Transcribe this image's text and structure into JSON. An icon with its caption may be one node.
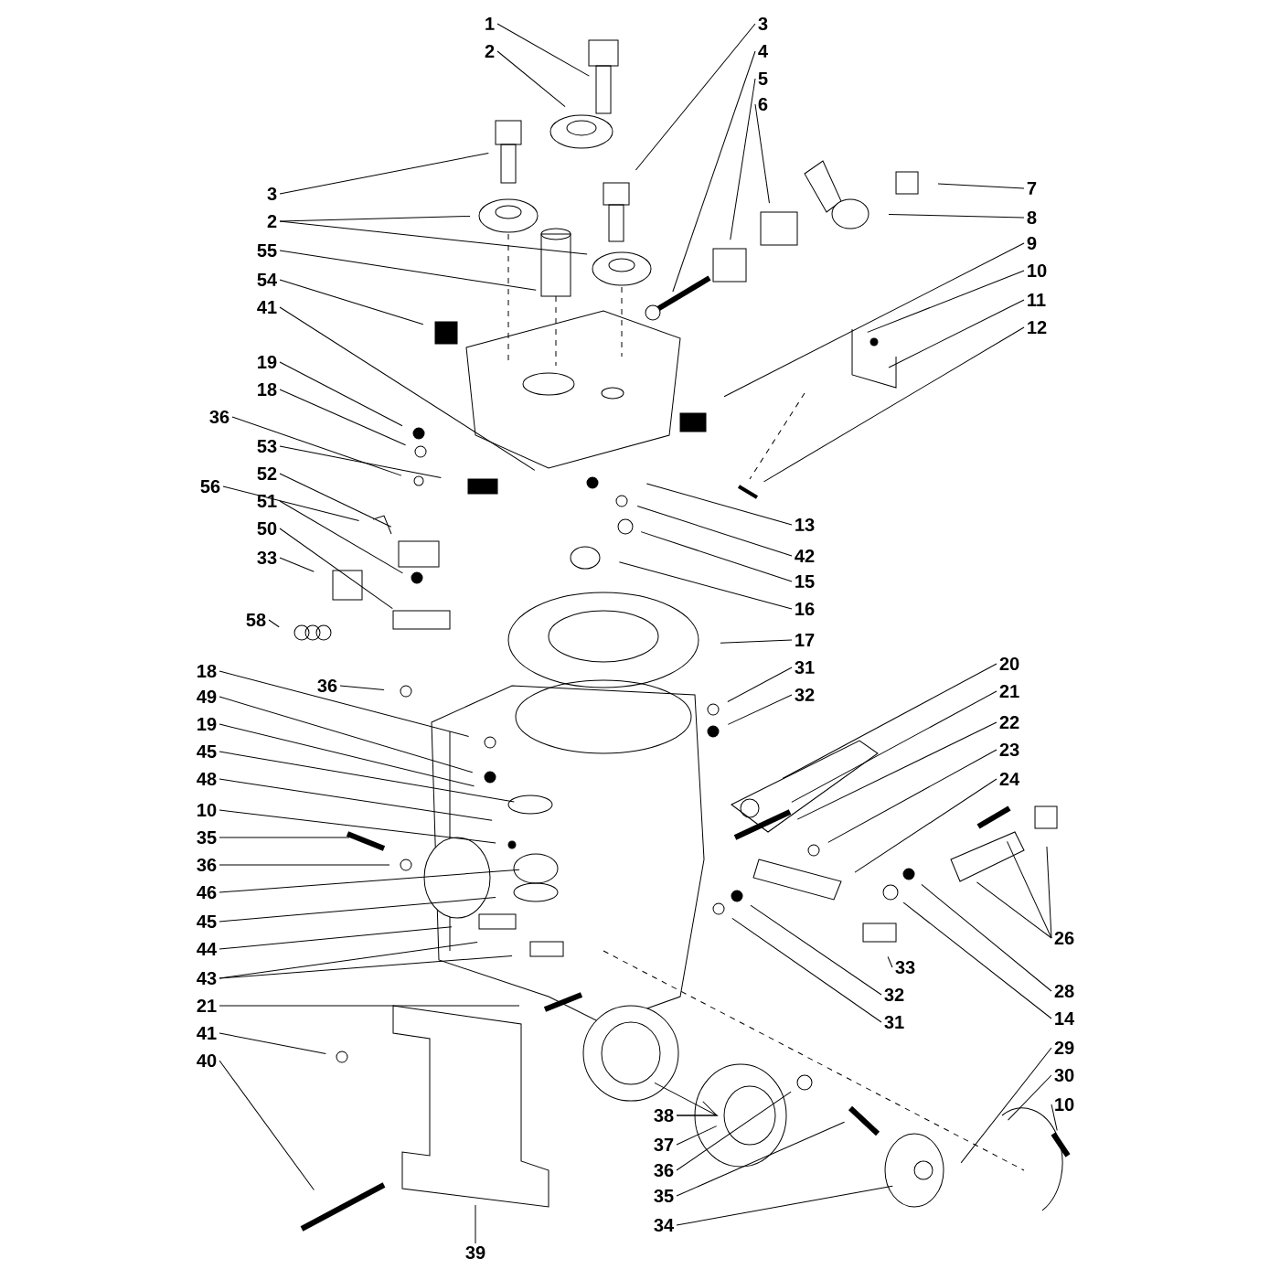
{
  "diagram": {
    "nodes": [
      {
        "text": [
          "1"
        ]
      },
      {
        "text": [
          "2"
        ]
      },
      {
        "text": [
          "3"
        ]
      },
      {
        "text": [
          "4"
        ]
      },
      {
        "text": [
          "5"
        ]
      },
      {
        "text": [
          "6"
        ]
      },
      {
        "text": [
          "7"
        ]
      },
      {
        "text": [
          "8"
        ]
      },
      {
        "text": [
          "9"
        ]
      },
      {
        "text": [
          "10"
        ]
      },
      {
        "text": [
          "11"
        ]
      },
      {
        "text": [
          "12"
        ]
      },
      {
        "text": [
          "3"
        ]
      },
      {
        "text": [
          "2"
        ]
      },
      {
        "text": [
          "55"
        ]
      },
      {
        "text": [
          "54"
        ]
      },
      {
        "text": [
          "41"
        ]
      },
      {
        "text": [
          "19"
        ]
      },
      {
        "text": [
          "18"
        ]
      },
      {
        "text": [
          "36"
        ]
      },
      {
        "text": [
          "53"
        ]
      },
      {
        "text": [
          "52"
        ]
      },
      {
        "text": [
          "56"
        ]
      },
      {
        "text": [
          "51"
        ]
      },
      {
        "text": [
          "50"
        ]
      },
      {
        "text": [
          "33"
        ]
      },
      {
        "text": [
          "58"
        ]
      },
      {
        "text": [
          "36"
        ]
      },
      {
        "text": [
          "13"
        ]
      },
      {
        "text": [
          "42"
        ]
      },
      {
        "text": [
          "15"
        ]
      },
      {
        "text": [
          "16"
        ]
      },
      {
        "text": [
          "17"
        ]
      },
      {
        "text": [
          "31"
        ]
      },
      {
        "text": [
          "32"
        ]
      },
      {
        "text": [
          "20"
        ]
      },
      {
        "text": [
          "21"
        ]
      },
      {
        "text": [
          "22"
        ]
      },
      {
        "text": [
          "23"
        ]
      },
      {
        "text": [
          "24"
        ]
      },
      {
        "text": [
          "18"
        ]
      },
      {
        "text": [
          "49"
        ]
      },
      {
        "text": [
          "19"
        ]
      },
      {
        "text": [
          "45"
        ]
      },
      {
        "text": [
          "48"
        ]
      },
      {
        "text": [
          "10"
        ]
      },
      {
        "text": [
          "35"
        ]
      },
      {
        "text": [
          "36"
        ]
      },
      {
        "text": [
          "46"
        ]
      },
      {
        "text": [
          "45"
        ]
      },
      {
        "text": [
          "44"
        ]
      },
      {
        "text": [
          "43"
        ]
      },
      {
        "text": [
          "21"
        ]
      },
      {
        "text": [
          "41"
        ]
      },
      {
        "text": [
          "40"
        ]
      },
      {
        "text": [
          "26"
        ]
      },
      {
        "text": [
          "33"
        ]
      },
      {
        "text": [
          "32"
        ]
      },
      {
        "text": [
          "31"
        ]
      },
      {
        "text": [
          "28"
        ]
      },
      {
        "text": [
          "14"
        ]
      },
      {
        "text": [
          "29"
        ]
      },
      {
        "text": [
          "30"
        ]
      },
      {
        "text": [
          "10"
        ]
      },
      {
        "text": [
          "38"
        ]
      },
      {
        "text": [
          "37"
        ]
      },
      {
        "text": [
          "36"
        ]
      },
      {
        "text": [
          "35"
        ]
      },
      {
        "text": [
          "34"
        ]
      },
      {
        "text": [
          "39"
        ]
      }
    ],
    "edges": [
      {
        "from": 0,
        "to": null,
        "arrow": "none"
      },
      {
        "from": 1,
        "to": null,
        "arrow": "none"
      },
      {
        "from": 2,
        "to": null,
        "arrow": "none"
      },
      {
        "from": 3,
        "to": null,
        "arrow": "none"
      },
      {
        "from": 4,
        "to": null,
        "arrow": "none"
      },
      {
        "from": 5,
        "to": null,
        "arrow": "none"
      },
      {
        "from": 6,
        "to": null,
        "arrow": "none"
      },
      {
        "from": 7,
        "to": null,
        "arrow": "none"
      },
      {
        "from": 8,
        "to": null,
        "arrow": "none"
      },
      {
        "from": 9,
        "to": null,
        "arrow": "none"
      },
      {
        "from": 10,
        "to": null,
        "arrow": "none"
      },
      {
        "from": 11,
        "to": null,
        "arrow": "none"
      },
      {
        "from": 12,
        "to": null,
        "arrow": "none"
      },
      {
        "from": 13,
        "to": null,
        "arrow": "none"
      },
      {
        "from": 13,
        "to": null,
        "arrow": "none"
      },
      {
        "from": 14,
        "to": null,
        "arrow": "none"
      },
      {
        "from": 15,
        "to": null,
        "arrow": "none"
      },
      {
        "from": 16,
        "to": null,
        "arrow": "none"
      },
      {
        "from": 17,
        "to": null,
        "arrow": "none"
      },
      {
        "from": 18,
        "to": null,
        "arrow": "none"
      },
      {
        "from": 19,
        "to": null,
        "arrow": "none"
      },
      {
        "from": 20,
        "to": null,
        "arrow": "none"
      },
      {
        "from": 21,
        "to": null,
        "arrow": "none"
      },
      {
        "from": 22,
        "to": null,
        "arrow": "none"
      },
      {
        "from": 23,
        "to": null,
        "arrow": "none"
      },
      {
        "from": 24,
        "to": null,
        "arrow": "none"
      },
      {
        "from": 25,
        "to": null,
        "arrow": "none"
      },
      {
        "from": 26,
        "to": null,
        "arrow": "none"
      },
      {
        "from": 27,
        "to": null,
        "arrow": "none"
      },
      {
        "from": 28,
        "to": null,
        "arrow": "none"
      },
      {
        "from": 29,
        "to": null,
        "arrow": "none"
      },
      {
        "from": 30,
        "to": null,
        "arrow": "none"
      },
      {
        "from": 31,
        "to": null,
        "arrow": "none"
      },
      {
        "from": 32,
        "to": null,
        "arrow": "none"
      },
      {
        "from": 33,
        "to": null,
        "arrow": "none"
      },
      {
        "from": 34,
        "to": null,
        "arrow": "none"
      },
      {
        "from": 35,
        "to": null,
        "arrow": "none"
      },
      {
        "from": 36,
        "to": null,
        "arrow": "none"
      },
      {
        "from": 37,
        "to": null,
        "arrow": "none"
      },
      {
        "from": 38,
        "to": null,
        "arrow": "none"
      },
      {
        "from": 39,
        "to": null,
        "arrow": "none"
      },
      {
        "from": 40,
        "to": null,
        "arrow": "none"
      },
      {
        "from": 41,
        "to": null,
        "arrow": "none"
      },
      {
        "from": 42,
        "to": null,
        "arrow": "none"
      },
      {
        "from": 43,
        "to": null,
        "arrow": "none"
      },
      {
        "from": 44,
        "to": null,
        "arrow": "none"
      },
      {
        "from": 45,
        "to": null,
        "arrow": "none"
      },
      {
        "from": 46,
        "to": null,
        "arrow": "none"
      },
      {
        "from": 47,
        "to": null,
        "arrow": "none"
      },
      {
        "from": 48,
        "to": null,
        "arrow": "none"
      },
      {
        "from": 49,
        "to": null,
        "arrow": "none"
      },
      {
        "from": 50,
        "to": null,
        "arrow": "none"
      },
      {
        "from": 51,
        "to": null,
        "arrow": "none"
      },
      {
        "from": 51,
        "to": null,
        "arrow": "none"
      },
      {
        "from": 52,
        "to": null,
        "arrow": "none"
      },
      {
        "from": 53,
        "to": null,
        "arrow": "none"
      },
      {
        "from": 54,
        "to": null,
        "arrow": "none"
      },
      {
        "from": 55,
        "to": null,
        "arrow": "none"
      },
      {
        "from": 55,
        "to": null,
        "arrow": "none"
      },
      {
        "from": 55,
        "to": null,
        "arrow": "none"
      },
      {
        "from": 56,
        "to": null,
        "arrow": "none"
      },
      {
        "from": 57,
        "to": null,
        "arrow": "none"
      },
      {
        "from": 58,
        "to": null,
        "arrow": "none"
      },
      {
        "from": 59,
        "to": null,
        "arrow": "none"
      },
      {
        "from": 60,
        "to": null,
        "arrow": "none"
      },
      {
        "from": 61,
        "to": null,
        "arrow": "none"
      },
      {
        "from": 62,
        "to": null,
        "arrow": "none"
      },
      {
        "from": 63,
        "to": null,
        "arrow": "none"
      },
      {
        "from": 64,
        "to": null,
        "arrow": "none"
      },
      {
        "from": 64,
        "to": null,
        "arrow": "none"
      },
      {
        "from": 65,
        "to": null,
        "arrow": "none"
      },
      {
        "from": 66,
        "to": null,
        "arrow": "none"
      },
      {
        "from": 67,
        "to": null,
        "arrow": "none"
      },
      {
        "from": 68,
        "to": null,
        "arrow": "none"
      },
      {
        "from": 69,
        "to": null,
        "arrow": "none"
      }
    ]
  }
}
